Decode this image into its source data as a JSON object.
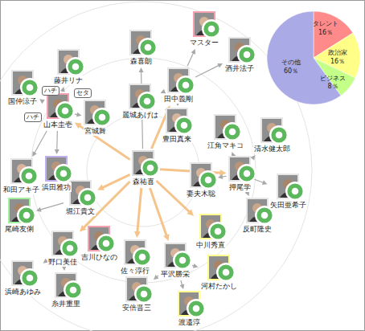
{
  "diagram": {
    "nodes": [
      {
        "text": [
          "森祐喜"
        ]
      },
      {
        "text": [
          "森喜朗"
        ]
      },
      {
        "text": [
          "マスター"
        ]
      },
      {
        "text": [
          "酒井法子"
        ]
      },
      {
        "text": [
          "田中義剛"
        ]
      },
      {
        "text": [
          "麗城あげは"
        ]
      },
      {
        "text": [
          "豊田真来"
        ]
      },
      {
        "text": [
          "江角マキコ"
        ]
      },
      {
        "text": [
          "清水健太郎"
        ]
      },
      {
        "text": [
          "押尾学"
        ]
      },
      {
        "text": [
          "妻夫木聡"
        ]
      },
      {
        "text": [
          "矢田亜希子"
        ]
      },
      {
        "text": [
          "反町隆史"
        ]
      },
      {
        "text": [
          "中川秀直"
        ]
      },
      {
        "text": [
          "平沢勝栄"
        ]
      },
      {
        "text": [
          "河村たかし"
        ]
      },
      {
        "text": [
          "安倍晋三"
        ]
      },
      {
        "text": [
          "渡邉淳"
        ]
      },
      {
        "text": [
          "佐々淳行"
        ]
      },
      {
        "text": [
          "吉川ひなの"
        ]
      },
      {
        "text": [
          "野口美佳"
        ]
      },
      {
        "text": [
          "糸井重里"
        ]
      },
      {
        "text": [
          "浜崎あゆみ"
        ]
      },
      {
        "text": [
          "尾崎友俐"
        ]
      },
      {
        "text": [
          "堀江貴文"
        ]
      },
      {
        "text": [
          "浜田雅功"
        ]
      },
      {
        "text": [
          "和田アキ子"
        ]
      },
      {
        "text": [
          "山本圭壱"
        ]
      },
      {
        "text": [
          "宮城舞"
        ]
      },
      {
        "text": [
          "国仲涼子"
        ]
      },
      {
        "text": [
          "藤井リナ"
        ]
      }
    ],
    "edges": [
      {
        "from": 0,
        "to": 1,
        "arrow": "to"
      },
      {
        "from": 0,
        "to": 4,
        "arrow": "to"
      },
      {
        "from": 0,
        "to": 27,
        "arrow": "to"
      },
      {
        "from": 0,
        "to": 9,
        "arrow": "to"
      },
      {
        "from": 0,
        "to": 24,
        "arrow": "to"
      },
      {
        "from": 0,
        "to": 20,
        "arrow": "to"
      },
      {
        "from": 0,
        "to": 18,
        "arrow": "to"
      },
      {
        "from": 0,
        "to": 14,
        "arrow": "to"
      },
      {
        "from": 0,
        "to": 13,
        "arrow": "to"
      },
      {
        "from": 4,
        "to": 2,
        "arrow": "to"
      },
      {
        "from": 4,
        "to": 3,
        "arrow": "to"
      },
      {
        "from": 4,
        "to": 5,
        "arrow": "to"
      },
      {
        "from": 4,
        "to": 6,
        "arrow": "to"
      },
      {
        "from": 9,
        "to": 7,
        "arrow": "to"
      },
      {
        "from": 9,
        "to": 8,
        "arrow": "to"
      },
      {
        "from": 9,
        "to": 10,
        "arrow": "to"
      },
      {
        "from": 9,
        "to": 11,
        "arrow": "to"
      },
      {
        "from": 9,
        "to": 12,
        "arrow": "to"
      },
      {
        "from": 27,
        "to": 28,
        "arrow": "to"
      },
      {
        "from": 27,
        "to": 29,
        "arrow": "to"
      },
      {
        "from": 27,
        "to": 30,
        "arrow": "to"
      },
      {
        "from": 27,
        "to": 26,
        "arrow": "to"
      },
      {
        "from": 27,
        "to": 25,
        "arrow": "to"
      },
      {
        "from": 24,
        "to": 23,
        "arrow": "to"
      },
      {
        "from": 20,
        "to": 19,
        "arrow": "to"
      },
      {
        "from": 20,
        "to": 22,
        "arrow": "to"
      },
      {
        "from": 20,
        "to": 21,
        "arrow": "to"
      },
      {
        "from": 14,
        "to": 16,
        "arrow": "to"
      },
      {
        "from": 14,
        "to": 17,
        "arrow": "to"
      },
      {
        "from": 14,
        "to": 15,
        "arrow": "to"
      }
    ],
    "labels": [
      "ハチ",
      "セタ",
      "ハチ",
      "タレント",
      "16％",
      "政治家",
      "16％",
      "ビジネス",
      "8％",
      "その他",
      "60％"
    ]
  }
}
